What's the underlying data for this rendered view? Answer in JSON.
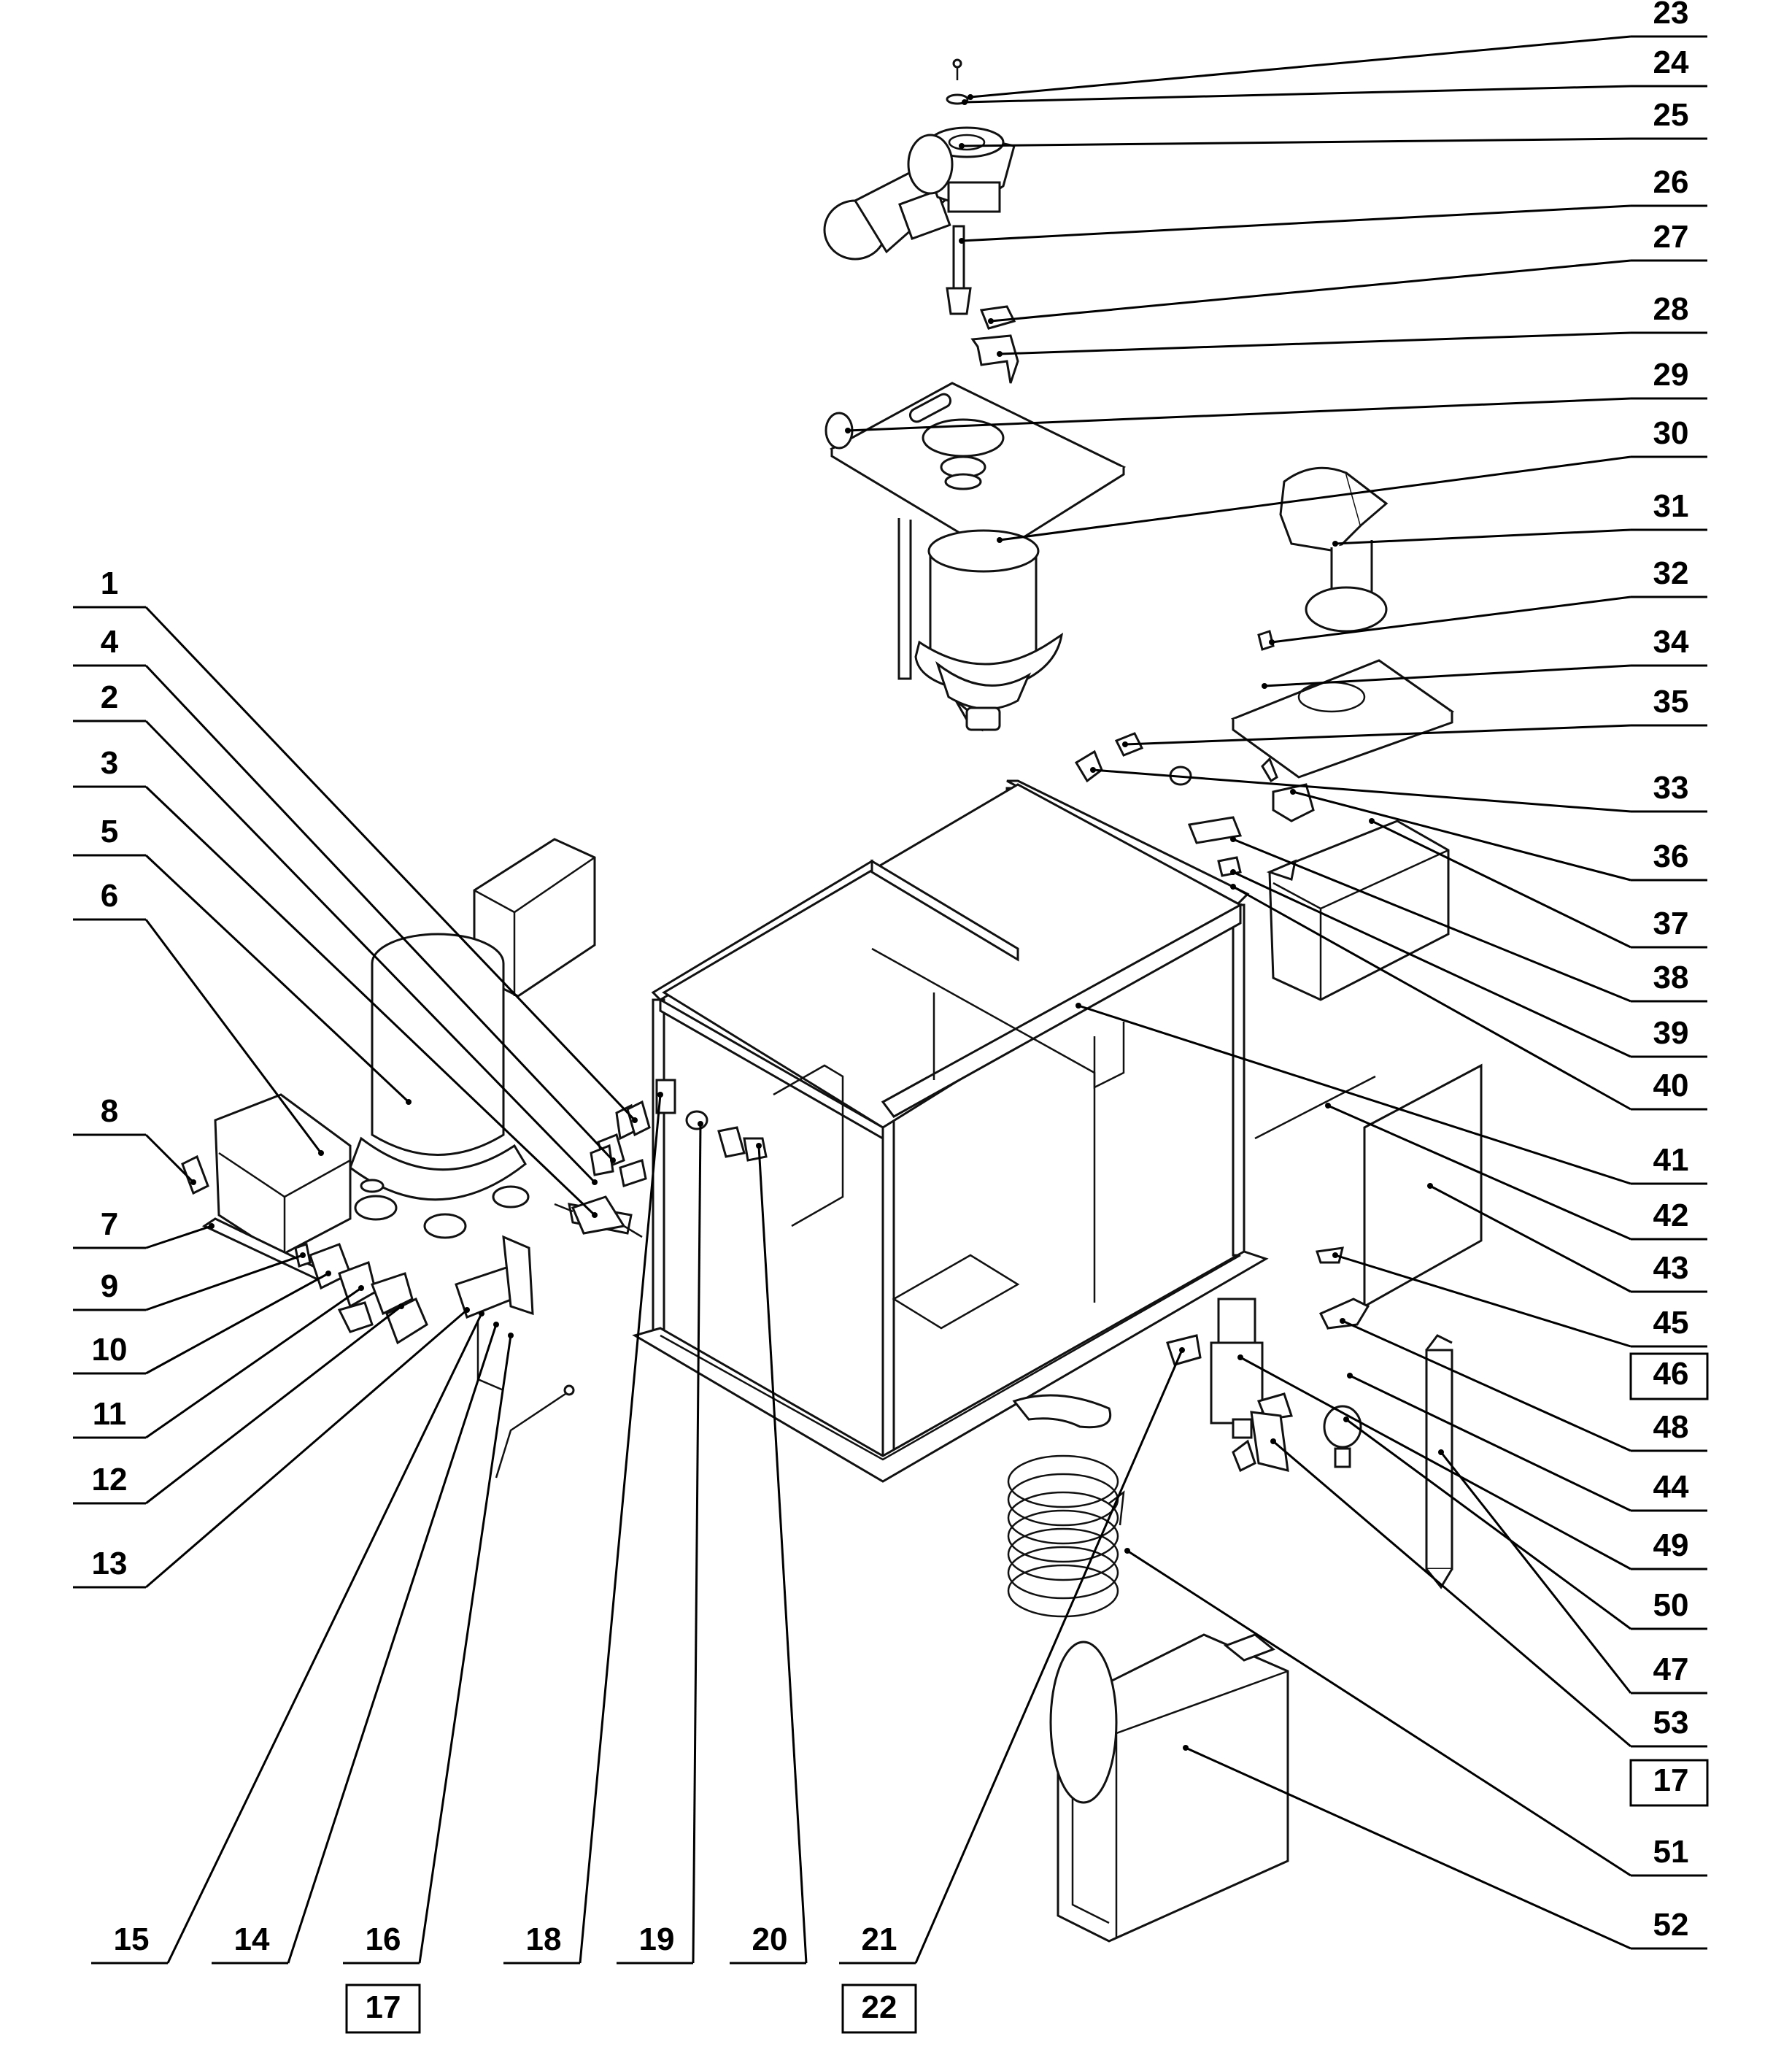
{
  "left_labels": [
    "1",
    "4",
    "2",
    "3",
    "5",
    "6",
    "8",
    "7",
    "9",
    "10",
    "11",
    "12",
    "13"
  ],
  "right_labels": [
    "23",
    "24",
    "25",
    "26",
    "27",
    "28",
    "29",
    "30",
    "31",
    "32",
    "34",
    "35",
    "33",
    "36",
    "37",
    "38",
    "39",
    "40",
    "41",
    "42",
    "43",
    "45",
    "46",
    "48",
    "44",
    "49",
    "50",
    "47",
    "53",
    "17",
    "51",
    "52"
  ],
  "bottom_labels": [
    "15",
    "14",
    "16",
    "17",
    "18",
    "19",
    "20",
    "21",
    "22"
  ],
  "boxed_labels": [
    "46",
    "17",
    "17",
    "22"
  ]
}
